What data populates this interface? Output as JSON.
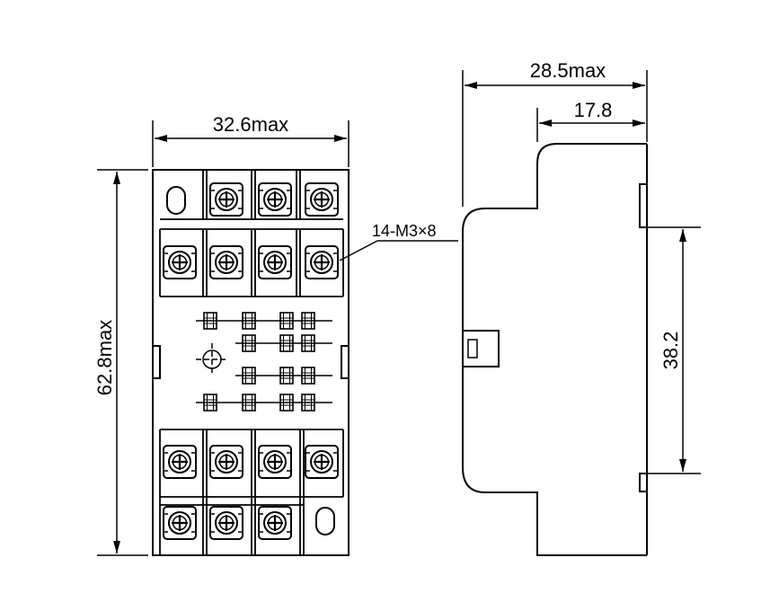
{
  "front_view": {
    "width_label": "32.6max",
    "height_label": "62.8max",
    "screw_callout": "14-M3×8"
  },
  "side_view": {
    "depth_label": "28.5max",
    "offset_label": "17.8",
    "rail_label": "38.2"
  },
  "colors": {
    "line": "#000000",
    "background": "#ffffff"
  }
}
